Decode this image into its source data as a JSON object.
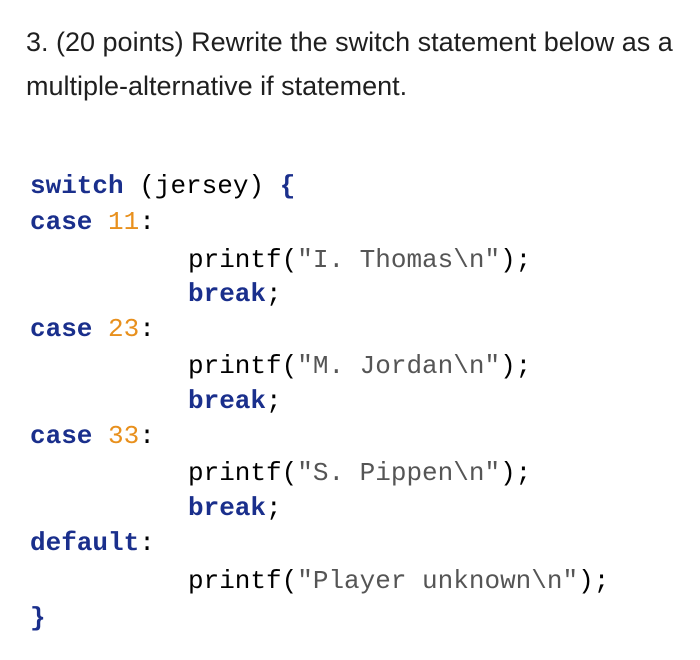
{
  "question": {
    "text": "3. (20 points) Rewrite the switch statement below as a multiple-alternative if statement."
  },
  "code": {
    "switch_kw": "switch",
    "switch_open": " (",
    "switch_var": "jersey",
    "switch_close": ") ",
    "brace_open": "{",
    "case_kw": "case",
    "cases": [
      {
        "value": "11",
        "call": "printf",
        "paren_open": "(",
        "string": "\"I. Thomas\\n\"",
        "paren_close": ");"
      },
      {
        "value": "23",
        "call": "printf",
        "paren_open": "(",
        "string": "\"M. Jordan\\n\"",
        "paren_close": ");"
      },
      {
        "value": "33",
        "call": "printf",
        "paren_open": "(",
        "string": "\"S. Pippen\\n\"",
        "paren_close": ");"
      }
    ],
    "colon": ":",
    "break_kw": "break",
    "semicolon": ";",
    "default_kw": "default",
    "default_call": "printf",
    "default_paren_open": "(",
    "default_string": "\"Player unknown\\n\"",
    "default_paren_close": ");",
    "brace_close": "}"
  },
  "colors": {
    "keyword": "#1a2f8c",
    "number": "#e8901d",
    "string": "#555555"
  }
}
